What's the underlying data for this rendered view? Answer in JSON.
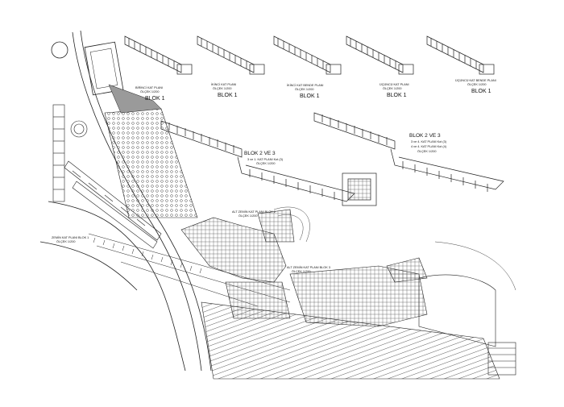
{
  "labels": {
    "blok1_1": {
      "title": "BİRİNCİ KAT PLANI",
      "scale": "ÖLÇEK 1/200",
      "blok": "BLOK 1"
    },
    "blok1_2": {
      "title": "İKİNCİ KAT PLANI",
      "scale": "ÖLÇEK 1/200",
      "blok": "BLOK 1"
    },
    "blok1_3": {
      "title": "İKİNCİ KAT BENDE PLANI",
      "scale": "ÖLÇEK 1/200",
      "blok": "BLOK 1"
    },
    "blok1_4": {
      "title": "ÜÇÜNCÜ KAT PLANI",
      "scale": "ÖLÇEK 1/200",
      "blok": "BLOK 1"
    },
    "blok1_5": {
      "title": "ÜÇÜNCÜ KAT BENDE PLANI",
      "scale": "ÖLÇEK 1/200",
      "blok": "BLOK 1"
    },
    "blok23_left": {
      "title": "BLOK 2 VE 3",
      "line1": "3 ve 1. KAT PLANI Kot (3)",
      "line2": "ÖLÇEK 1/200"
    },
    "blok23_right": {
      "title": "BLOK 2 VE 3",
      "line1": "3 ve 4. KAT PLANI Kot (3)",
      "line2": "4 ve 4. KAT PLANI Kot (4)",
      "line3": "ÖLÇEK 1/200"
    },
    "alt_kat_blok2": {
      "title": "ALT ZEMİN KAT PLANI BLOK 2",
      "scale": "ÖLÇEK 1/200"
    },
    "zemin_blok1": {
      "title": "ZEMİN KAT PLANI BLOK 1",
      "scale": "ÖLÇEK 1/200"
    },
    "alt_zemin_blok3": {
      "title": "ALT ZEMİN KAT PLANI BLOK 3",
      "scale": "ÖLÇEK 1/200"
    }
  },
  "colors": {
    "line": "#1a1a1a",
    "hatch": "#444444",
    "paper": "#ffffff",
    "shade": "#9a9a9a"
  }
}
